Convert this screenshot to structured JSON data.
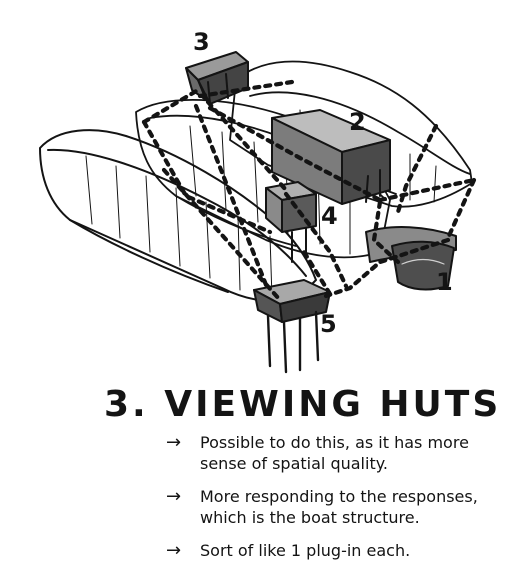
{
  "title": "3. VIEWING HUTS",
  "labels": {
    "hut_1": "1",
    "hut_2": "2",
    "hut_3": "3",
    "hut_4": "4",
    "hut_5": "5"
  },
  "notes": [
    {
      "arrow": "→",
      "text": "Possible to do this, as it has more sense of spatial quality."
    },
    {
      "arrow": "→",
      "text": "More responding to the responses, which is the boat structure."
    },
    {
      "arrow": "→",
      "text": "Sort of like 1 plug-in each."
    }
  ],
  "colors": {
    "ink": "#141414",
    "hut_shade": "#6f6f6f",
    "hut_dark": "#3c3c3c"
  }
}
